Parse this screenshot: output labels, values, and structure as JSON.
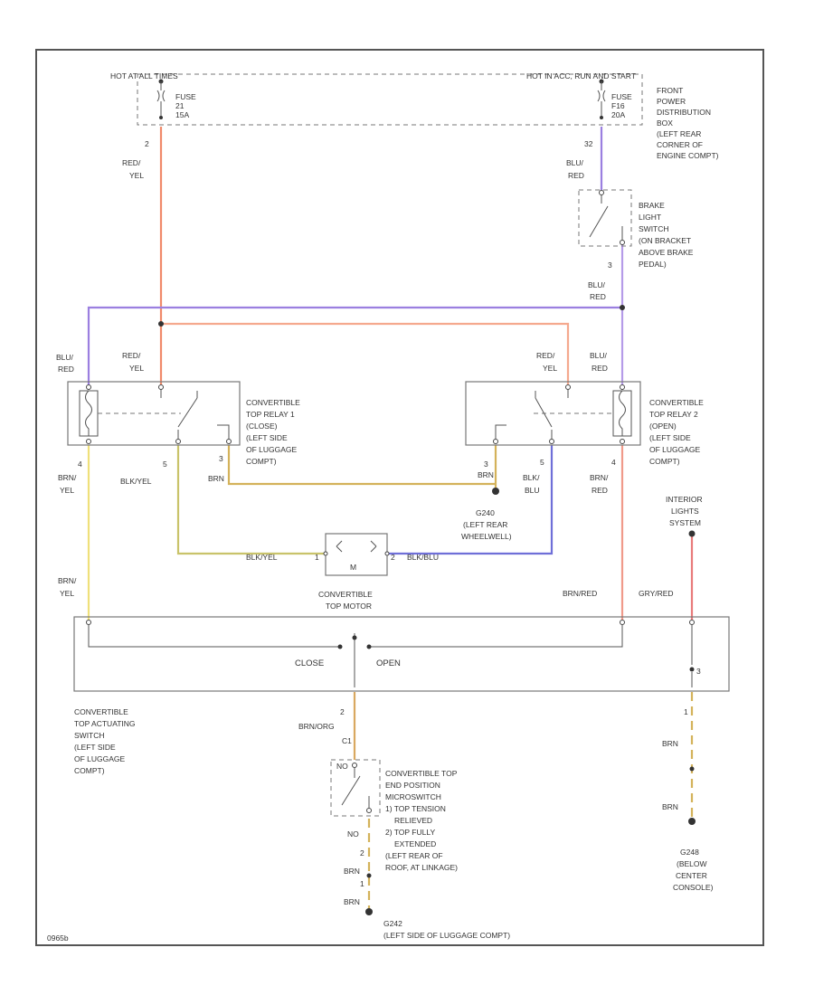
{
  "colors": {
    "red_yel": "#f08a6a",
    "blu_red": "#9b7fe0",
    "brn": "#d4b25a",
    "brn_yel": "#efe07a",
    "blk_yel": "#c9c36a",
    "blk_blu": "#6f6fd8",
    "brn_red": "#f09a8a",
    "gry_red": "#e87a7a",
    "outline": "#555555"
  },
  "labels": {
    "hot_all_times": "HOT AT ALL TIMES",
    "hot_run_start": "HOT IN ACC, RUN AND START",
    "fuse_left": [
      "FUSE",
      "21",
      "15A"
    ],
    "fuse_right": [
      "FUSE",
      "F16",
      "20A"
    ],
    "power_dist": [
      "FRONT",
      "POWER",
      "DISTRIBUTION",
      "BOX",
      "(LEFT REAR",
      "CORNER OF",
      "ENGINE COMPT)"
    ],
    "pin_2_top": "2",
    "pin_32": "32",
    "wire_red_yel_top": [
      "RED/",
      "YEL"
    ],
    "wire_blu_red_top": [
      "BLU/",
      "RED"
    ],
    "brake_switch": [
      "BRAKE",
      "LIGHT",
      "SWITCH",
      "(ON BRACKET",
      "ABOVE BRAKE",
      "PEDAL)"
    ],
    "pin_3_brake": "3",
    "wire_blu_red_mid": [
      "BLU/",
      "RED"
    ],
    "wire_blu_red_left": [
      "BLU/",
      "RED"
    ],
    "wire_red_yel_left": [
      "RED/",
      "YEL"
    ],
    "wire_red_yel_right": [
      "RED/",
      "YEL"
    ],
    "wire_blu_red_right": [
      "BLU/",
      "RED"
    ],
    "relay1": [
      "CONVERTIBLE",
      "TOP RELAY 1",
      "(CLOSE)",
      "(LEFT SIDE",
      "OF LUGGAGE",
      "COMPT)"
    ],
    "relay2": [
      "CONVERTIBLE",
      "TOP RELAY 2",
      "(OPEN)",
      "(LEFT SIDE",
      "OF LUGGAGE",
      "COMPT)"
    ],
    "pin_4_l": "4",
    "pin_5_l": "5",
    "pin_3_l": "3",
    "pin_3_r": "3",
    "pin_5_r": "5",
    "pin_4_r": "4",
    "wire_brn_yel_l": [
      "BRN/",
      "YEL"
    ],
    "wire_blk_yel_l": "BLK/YEL",
    "wire_brn_l": "BRN",
    "wire_brn_r": "BRN",
    "wire_blk_blu_r": [
      "BLK/",
      "BLU"
    ],
    "wire_brn_red_r": [
      "BRN/",
      "RED"
    ],
    "g240": [
      "G240",
      "(LEFT REAR",
      "WHEELWELL)"
    ],
    "interior_sw": [
      "INTERIOR",
      "LIGHTS",
      "SYSTEM"
    ],
    "motor_blk_yel": "BLK/YEL",
    "motor_blk_blu": "BLK/BLU",
    "motor_m": "M",
    "motor_label": [
      "CONVERTIBLE",
      "TOP MOTOR"
    ],
    "wire_brn_yel_low": [
      "BRN/",
      "YEL"
    ],
    "wire_brn_red_low": "BRN/RED",
    "wire_gry_red_low": "GRY/RED",
    "sw_close": "CLOSE",
    "sw_open": "OPEN",
    "pin_2_sw": "2",
    "pin_3_sw": "3",
    "sw_label": [
      "CONVERTIBLE",
      "TOP ACTUATING",
      "SWITCH",
      "(LEFT SIDE",
      "OF LUGGAGE",
      "COMPT)"
    ],
    "wire_brn_org": "BRN/ORG",
    "wire_brn_1": "BRN",
    "wire_brn_2": "BRN",
    "micro_pin_2": "2",
    "micro_pin_1": "1",
    "micro_label": [
      "CONVERTIBLE TOP",
      "END POSITION",
      "MICROSWITCH",
      "1) TOP TENSION",
      "RELIEVED",
      "2) TOP FULLY",
      "EXTENDED",
      "(LEFT REAR OF",
      "ROOF, AT LINKAGE)"
    ],
    "micro_brn_1": "BRN",
    "micro_brn_2": "BRN",
    "g242": [
      "G242",
      "(LEFT SIDE OF LUGGAGE COMPT)"
    ],
    "g248": [
      "G248",
      "(BELOW",
      "CENTER",
      "CONSOLE)"
    ],
    "diagram_code": "0965b"
  }
}
